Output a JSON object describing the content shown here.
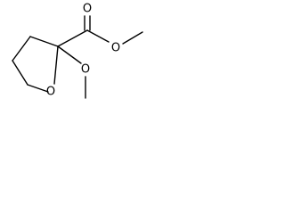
{
  "molecule": {
    "atoms": {
      "ring_oxygen": "O",
      "carbonyl_oxygen": "O",
      "ester_oxygen": "O",
      "methoxy_oxygen": "O"
    }
  }
}
